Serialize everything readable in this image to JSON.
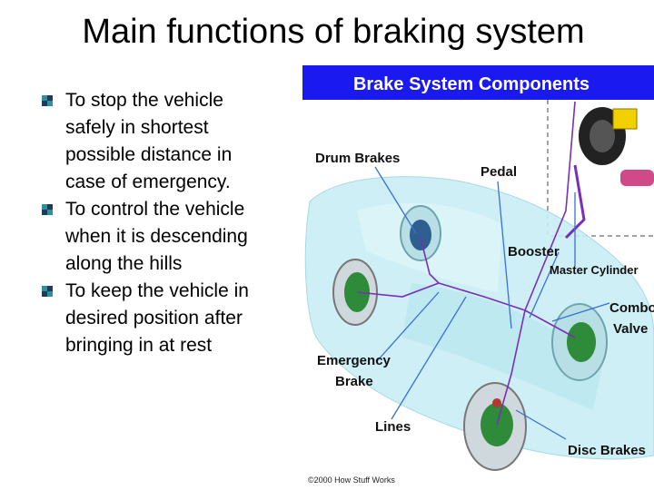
{
  "slide": {
    "title": "Main functions of braking system",
    "bullets": [
      "To stop the vehicle safely in shortest possible distance in case of emergency.",
      "To control the vehicle when it is descending along the hills",
      "To keep the vehicle in desired position after bringing in at rest"
    ]
  },
  "figure": {
    "banner": "Brake System Components",
    "labels": {
      "drum_brakes": "Drum Brakes",
      "pedal": "Pedal",
      "booster": "Booster",
      "master_cylinder": "Master Cylinder",
      "combo_valve_1": "Combo",
      "combo_valve_2": "Valve",
      "emergency_brake_1": "Emergency",
      "emergency_brake_2": "Brake",
      "lines": "Lines",
      "disc_brakes": "Disc Brakes"
    },
    "copyright": "©2000 How Stuff Works"
  },
  "colors": {
    "banner_bg": "#1a1af0",
    "banner_text": "#ffffff",
    "car_body": "#c8eef4",
    "pointer_line": "#3a6fd8",
    "brake_line": "#7a2fb8",
    "bullet_dark": "#1f3a5a",
    "bullet_teal": "#2f8f9f"
  }
}
